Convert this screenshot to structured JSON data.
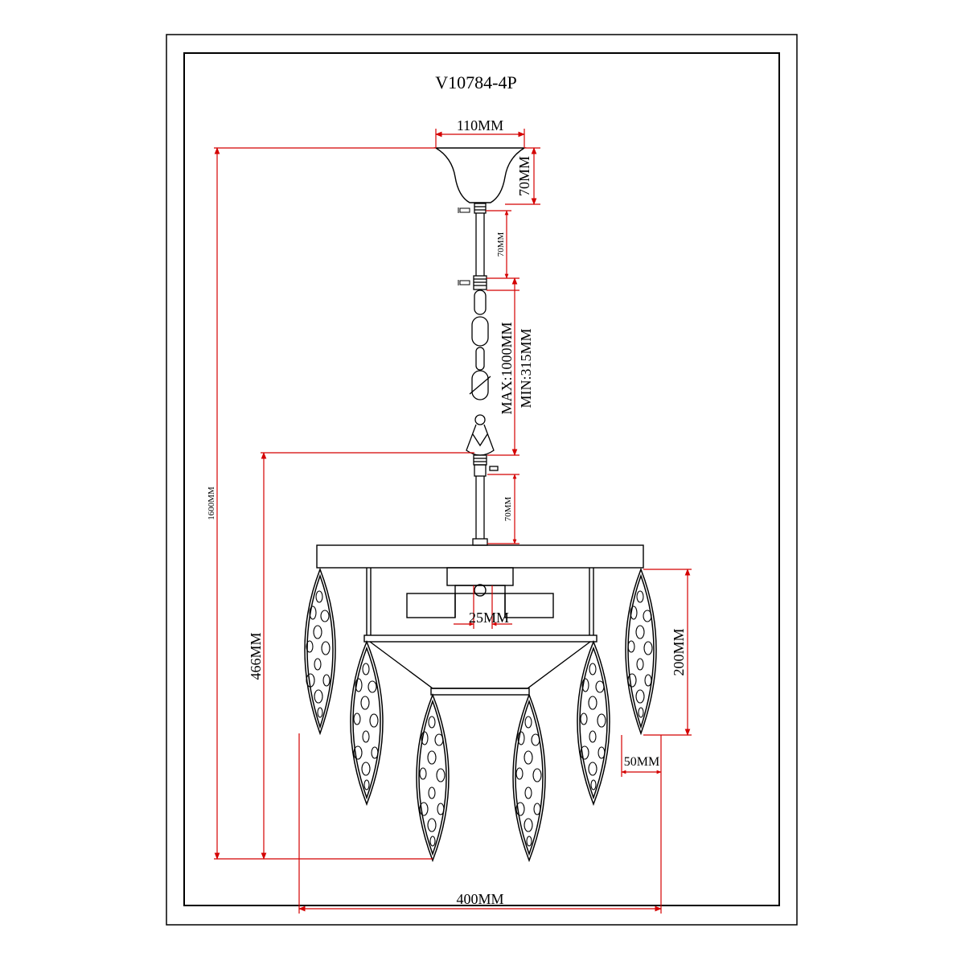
{
  "title": "V10784-4P",
  "dimensions": {
    "canopy_width": "110MM",
    "canopy_height": "70MM",
    "upper_rod": "70MM",
    "chain": "MAX:1000MM",
    "chain_min": "MIN:315MM",
    "lower_rod": "70MM",
    "total_height": "1600MM",
    "body_height": "466MM",
    "socket_spacing": "25MM",
    "leaf_height": "200MM",
    "leaf_width": "50MM",
    "overall_width": "400MM"
  },
  "colors": {
    "dimension_lines": "#d40000",
    "drawing_lines": "#000000"
  }
}
